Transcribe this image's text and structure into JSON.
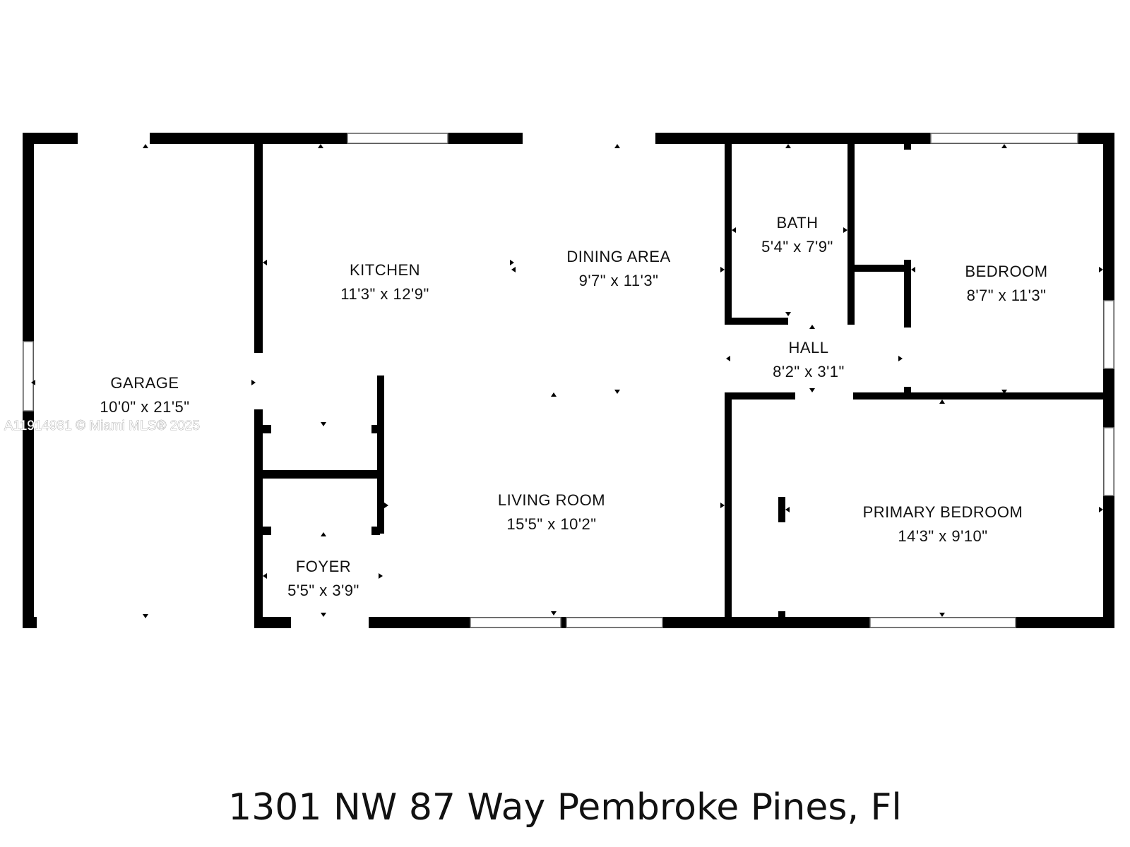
{
  "rooms": [
    {
      "id": "garage",
      "name": "GARAGE",
      "dims": "10'0\" x 21'5\""
    },
    {
      "id": "kitchen",
      "name": "KITCHEN",
      "dims": "11'3\" x 12'9\""
    },
    {
      "id": "dining",
      "name": "DINING AREA",
      "dims": "9'7\" x 11'3\""
    },
    {
      "id": "bath",
      "name": "BATH",
      "dims": "5'4\" x 7'9\""
    },
    {
      "id": "bedroom",
      "name": "BEDROOM",
      "dims": "8'7\" x 11'3\""
    },
    {
      "id": "hall",
      "name": "HALL",
      "dims": "8'2\" x 3'1\""
    },
    {
      "id": "living",
      "name": "LIVING ROOM",
      "dims": "15'5\" x 10'2\""
    },
    {
      "id": "primary",
      "name": "PRIMARY BEDROOM",
      "dims": "14'3\" x 9'10\""
    },
    {
      "id": "foyer",
      "name": "FOYER",
      "dims": "5'5\" x 3'9\""
    }
  ],
  "watermark": "A11914981 © Miami MLS® 2025",
  "address": "1301 NW 87 Way Pembroke Pines, Fl"
}
